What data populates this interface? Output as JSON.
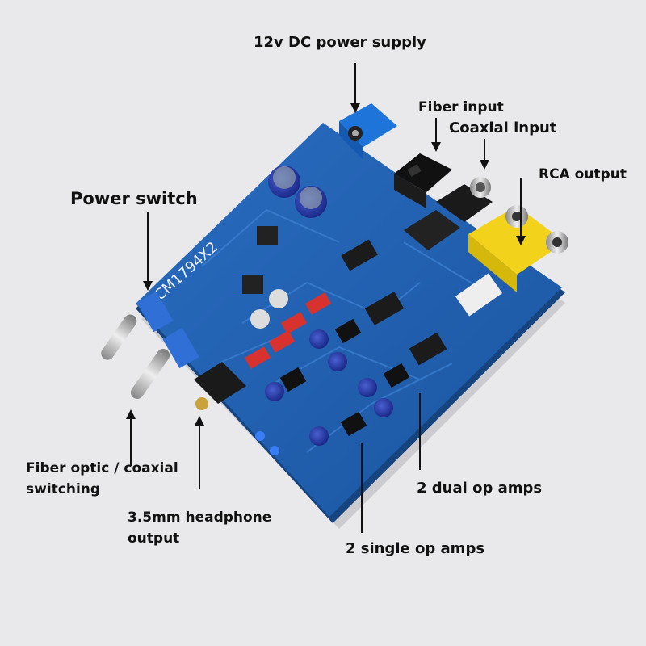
{
  "annotations": {
    "dc_power": "12v DC power supply",
    "fiber_input": "Fiber input",
    "coaxial_input": "Coaxial input",
    "rca_output": "RCA output",
    "power_switch": "Power switch",
    "fiber_coax_switch_line1": "Fiber optic / coaxial",
    "fiber_coax_switch_line2": "switching",
    "headphone_line1": "3.5mm headphone",
    "headphone_line2": "output",
    "dual_op_amps": "2 dual op amps",
    "single_op_amps": "2 single op amps"
  },
  "board": {
    "silkscreen_model": "PCM1794X2"
  },
  "colors": {
    "pcb": "#1f5fae",
    "pcb_edge": "#15447f",
    "rca": "#f2d21a",
    "background": "#e9e9ec"
  }
}
